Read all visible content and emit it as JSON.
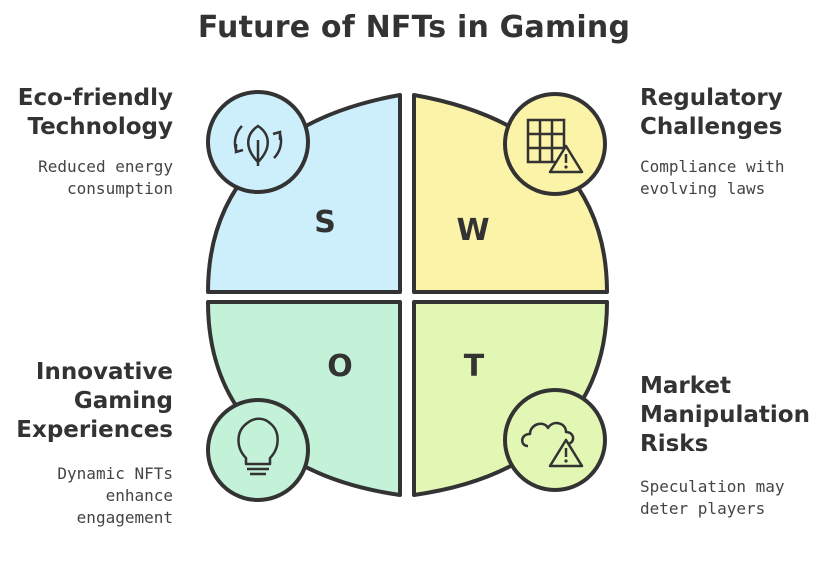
{
  "title": "Future of NFTs in Gaming",
  "quadrants": [
    {
      "key": "S",
      "heading": "Eco-friendly\nTechnology",
      "description": "Reduced energy\nconsumption",
      "icon": "recycle-leaf-icon",
      "color": "#cdeffc"
    },
    {
      "key": "W",
      "heading": "Regulatory\nChallenges",
      "description": "Compliance with\nevolving laws",
      "icon": "grid-warning-icon",
      "color": "#fbf3a8"
    },
    {
      "key": "O",
      "heading": "Innovative\nGaming\nExperiences",
      "description": "Dynamic NFTs\nenhance\nengagement",
      "icon": "lightbulb-icon",
      "color": "#c3f2d9"
    },
    {
      "key": "T",
      "heading": "Market\nManipulation\nRisks",
      "description": "Speculation may\ndeter players",
      "icon": "cloud-warning-icon",
      "color": "#e3f7b4"
    }
  ]
}
